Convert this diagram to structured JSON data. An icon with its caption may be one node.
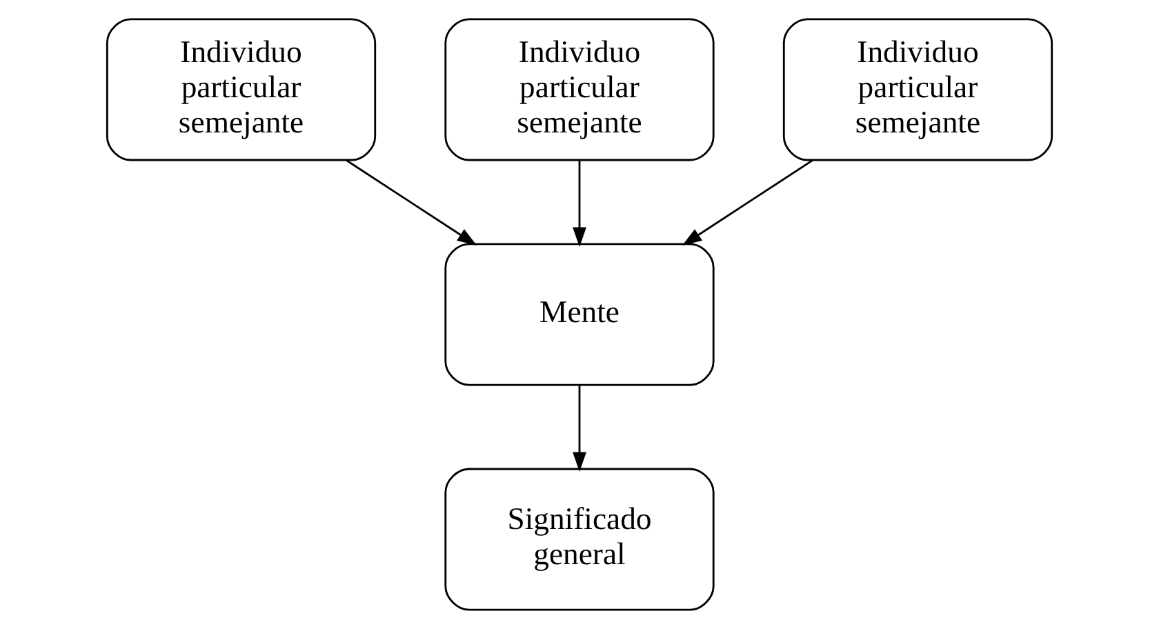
{
  "diagram": {
    "nodes": [
      {
        "text": [
          "Individuo particular semejante"
        ]
      },
      {
        "text": [
          "Individuo particular semejante"
        ]
      },
      {
        "text": [
          "Individuo particular semejante"
        ]
      },
      {
        "text": [
          "Mente"
        ]
      },
      {
        "text": [
          "Significado general"
        ]
      }
    ],
    "edges": [
      {
        "from": 0,
        "to": 3,
        "arrow": "to"
      },
      {
        "from": 1,
        "to": 3,
        "arrow": "to"
      },
      {
        "from": 2,
        "to": 3,
        "arrow": "to"
      },
      {
        "from": 3,
        "to": 4,
        "arrow": "to"
      }
    ]
  }
}
